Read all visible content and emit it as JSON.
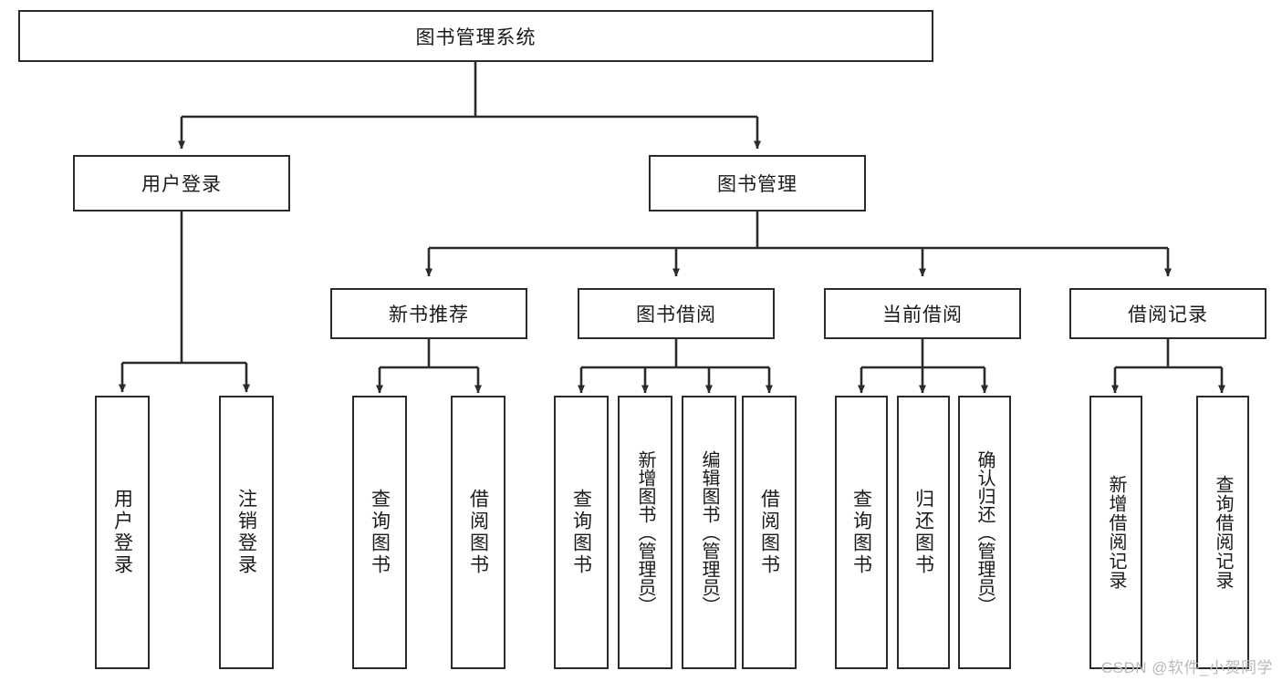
{
  "diagram": {
    "title": "图书管理系统",
    "watermark": "CSDN @软件_小贺同学",
    "stroke_color": "#2b2b2b",
    "fill_color": "#ffffff",
    "text_color": "#1a1a1a",
    "watermark_color": "#b9b9b9",
    "nodes": {
      "root": "图书管理系统",
      "level2": [
        {
          "label": "用户登录"
        },
        {
          "label": "图书管理"
        }
      ],
      "level3": [
        {
          "label": "新书推荐"
        },
        {
          "label": "图书借阅"
        },
        {
          "label": "当前借阅"
        },
        {
          "label": "借阅记录"
        }
      ],
      "leaves_user_login": [
        {
          "label": "用户登录"
        },
        {
          "label": "注销登录"
        }
      ],
      "leaves_new_book": [
        {
          "label": "查询图书"
        },
        {
          "label": "借阅图书"
        }
      ],
      "leaves_borrow": [
        {
          "label": "查询图书"
        },
        {
          "label": "新增图书（管理员）"
        },
        {
          "label": "编辑图书（管理员）"
        },
        {
          "label": "借阅图书"
        }
      ],
      "leaves_current": [
        {
          "label": "查询图书"
        },
        {
          "label": "归还图书"
        },
        {
          "label": "确认归还（管理员）"
        }
      ],
      "leaves_record": [
        {
          "label": "新增借阅记录"
        },
        {
          "label": "查询借阅记录"
        }
      ]
    }
  }
}
